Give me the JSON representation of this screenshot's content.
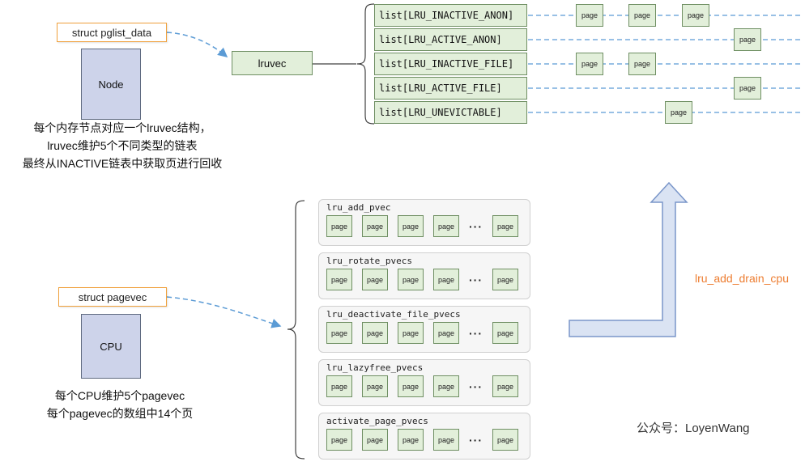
{
  "page_label": "page",
  "ellipsis": "···",
  "top": {
    "pglist_label": "struct pglist_data",
    "node_label": "Node",
    "lruvec_label": "lruvec",
    "lists": [
      {
        "label": "list[LRU_INACTIVE_ANON]"
      },
      {
        "label": "list[LRU_ACTIVE_ANON]"
      },
      {
        "label": "list[LRU_INACTIVE_FILE]"
      },
      {
        "label": "list[LRU_ACTIVE_FILE]"
      },
      {
        "label": "list[LRU_UNEVICTABLE]"
      }
    ],
    "note": [
      "每个内存节点对应一个lruvec结构，",
      "lruvec维护5个不同类型的链表",
      "最终从INACTIVE链表中获取页进行回收"
    ]
  },
  "bottom": {
    "pagevec_label": "struct pagevec",
    "cpu_label": "CPU",
    "note": [
      "每个CPU维护5个pagevec",
      "每个pagevec的数组中14个页"
    ],
    "pvecs": [
      {
        "label": "lru_add_pvec"
      },
      {
        "label": "lru_rotate_pvecs"
      },
      {
        "label": "lru_deactivate_file_pvecs"
      },
      {
        "label": "lru_lazyfree_pvecs"
      },
      {
        "label": "activate_page_pvecs"
      }
    ]
  },
  "arrow_label": "lru_add_drain_cpu",
  "watermark": "公众号：LoyenWang",
  "colors": {
    "green_fill": "#e2efda",
    "green_border": "#6f8f63",
    "lavender_fill": "#cdd3ea",
    "orange_border": "#f0a13c",
    "dashed_blue": "#5b9bd5",
    "big_arrow_fill": "#dae3f3",
    "big_arrow_border": "#7a96c9",
    "orange_text": "#ed7d31"
  }
}
